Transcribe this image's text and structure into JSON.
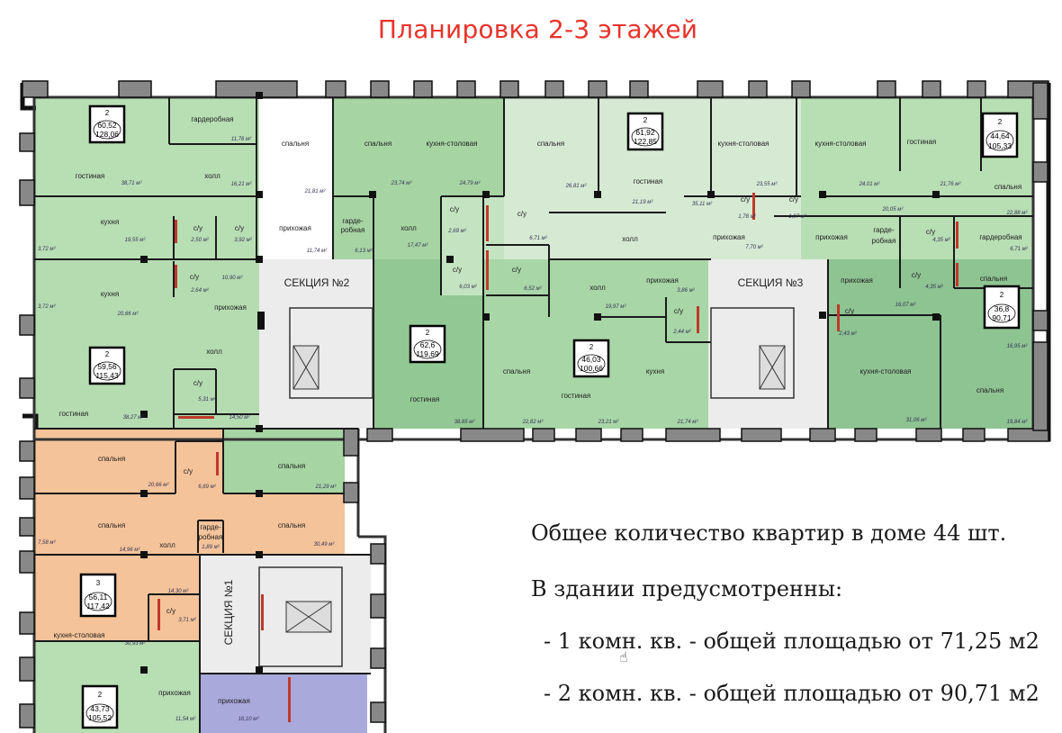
{
  "title": "Планировка 2-3 этажей",
  "info": {
    "total": "Общее количество квартир в доме 44 шт.",
    "provided": "В здании предусмотренны:",
    "one_room": "- 1 комн. кв. - общей площадью от 71,25 м2",
    "two_room": "- 2 комн. кв. - общей площадью от 90,71 м2"
  },
  "sections": {
    "s1": "СЕКЦИЯ №1",
    "s2": "СЕКЦИЯ №2",
    "s3": "СЕКЦИЯ №3"
  },
  "apartments": [
    {
      "rooms": "2",
      "living": "60,52",
      "total": "128,06"
    },
    {
      "rooms": "2",
      "living": "59,56",
      "total": "115,43"
    },
    {
      "rooms": "2",
      "living": "62,6",
      "total": "119,69"
    },
    {
      "rooms": "2",
      "living": "61,92",
      "total": "122,85"
    },
    {
      "rooms": "2",
      "living": "46,03",
      "total": "100,66"
    },
    {
      "rooms": "2",
      "living": "44,64",
      "total": "105,33"
    },
    {
      "rooms": "2",
      "living": "36,8",
      "total": "90,71"
    },
    {
      "rooms": "3",
      "living": "56,11",
      "total": "117,42"
    },
    {
      "rooms": "2",
      "living": "43,73",
      "total": "105,52"
    }
  ],
  "room_labels": {
    "garderob": "гардеробная",
    "spalnya": "спальня",
    "gostinaya": "гостиная",
    "holl": "холл",
    "kuhnya": "кухня",
    "kuhnya_stol": "кухня-столовая",
    "prihozh": "прихожая",
    "su": "с/у",
    "garde": "гарде-",
    "robnaya": "робная"
  },
  "areas": {
    "a1": "11,76 м²",
    "a2": "38,71 м²",
    "a3": "16,21 м²",
    "a4": "21,81 м²",
    "a5": "19,55 м²",
    "a6": "2,50 м²",
    "a7": "3,92 м²",
    "a8": "11,74 м²",
    "a9": "6,13 м²",
    "a10": "23,74 м²",
    "a11": "17,47 м²",
    "a12": "24,79 м²",
    "a13": "2,69 м²",
    "a14": "6,03 м²",
    "a15": "6,71 м²",
    "a16": "6,52 м²",
    "a17": "26,81 м²",
    "a18": "21,19 м²",
    "a19": "35,11 м²",
    "a20": "23,55 м²",
    "a21": "1,78 м²",
    "a22": "1,97 м²",
    "a23": "7,70 м²",
    "a24": "24,01 м²",
    "a25": "20,05 м²",
    "a26": "21,76 м²",
    "a27": "22,88 м²",
    "a28": "4,35 м²",
    "a29": "6,71 м²",
    "a30": "3,72 м²",
    "a31": "3,72 м²",
    "a32": "20,66 м²",
    "a33": "2,64 м²",
    "a34": "10,90 м²",
    "a35": "5,31 м²",
    "a36": "38,27 м²",
    "a37": "14,50 м²",
    "a38": "38,85 м²",
    "a39": "19,97 м²",
    "a40": "3,86 м²",
    "a41": "2,44 м²",
    "a42": "22,82 м²",
    "a43": "23,21 м²",
    "a44": "21,74 м²",
    "a45": "16,07 м²",
    "a46": "4,35 м²",
    "a47": "2,43 м²",
    "a48": "16,95 м²",
    "a49": "31,06 м²",
    "a50": "19,84 м²",
    "a51": "20,66 м²",
    "a52": "6,69 м²",
    "a53": "21,29 м²",
    "a54": "14,96 м²",
    "a55": "1,89 м²",
    "a56": "30,49 м²",
    "a57": "7,58 м²",
    "a58": "14,30 м²",
    "a59": "3,71 м²",
    "a60": "30,93 м²",
    "a61": "11,54 м²",
    "a62": "16,10 м²"
  },
  "colors": {
    "title": "#e8332a",
    "green_light": "#b8deb4",
    "green_pale": "#d6ead3",
    "green_mid": "#a6d4a3",
    "green_dark": "#8ec392",
    "orange": "#f4c39a",
    "purple": "#aaa9dc",
    "wall": "#111111",
    "corridor": "#ececec"
  }
}
